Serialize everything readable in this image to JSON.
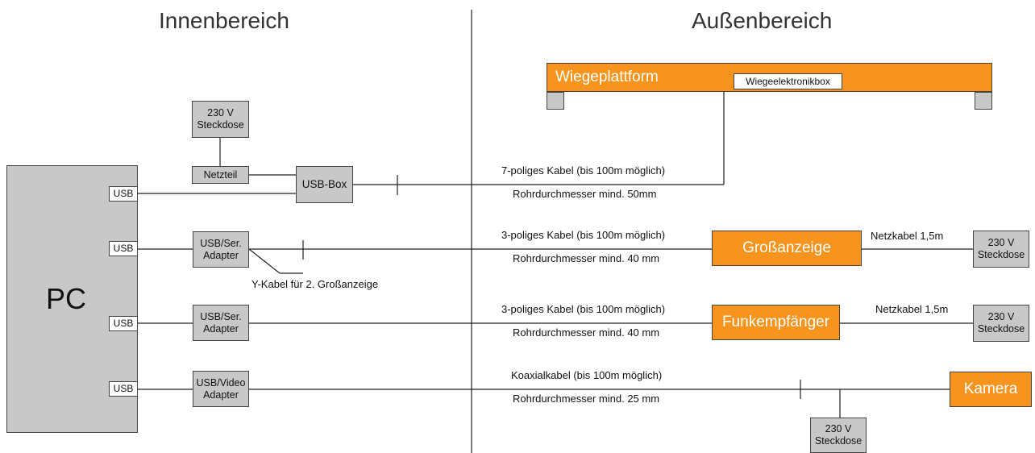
{
  "sections": {
    "inner": "Innenbereich",
    "outer": "Außenbereich"
  },
  "pc": "PC",
  "usb_ports": [
    "USB",
    "USB",
    "USB",
    "USB"
  ],
  "inner_devices": {
    "socket": "230 V\nSteckdose",
    "psu": "Netzteil",
    "usb_box": "USB-Box",
    "serial_adapter_1": "USB/Ser.\nAdapter",
    "serial_adapter_2": "USB/Ser.\nAdapter",
    "video_adapter": "USB/Video\nAdapter"
  },
  "y_cable": "Y-Kabel für 2. Großanzeige",
  "platform": {
    "name": "Wiegeplattform",
    "electronics": "Wiegeelektronikbox"
  },
  "cables": [
    {
      "type": "7-poliges Kabel (bis 100m möglich)",
      "pipe": "Rohrdurchmesser mind. 50mm"
    },
    {
      "type": "3-poliges Kabel (bis 100m möglich)",
      "pipe": "Rohrdurchmesser mind. 40 mm"
    },
    {
      "type": "3-poliges Kabel (bis 100m möglich)",
      "pipe": "Rohrdurchmesser mind. 40 mm"
    },
    {
      "type": "Koaxialkabel (bis 100m möglich)",
      "pipe": "Rohrdurchmesser mind. 25 mm"
    }
  ],
  "outer_devices": {
    "display": "Großanzeige",
    "receiver": "Funkempfänger",
    "camera": "Kamera",
    "socket_display": "230 V\nSteckdose",
    "socket_receiver": "230 V\nSteckdose",
    "socket_camera": "230 V\nSteckdose"
  },
  "power_cables": [
    "Netzkabel 1,5m",
    "Netzkabel 1,5m"
  ],
  "colors": {
    "orange": "#f7941d",
    "gray": "#c8c8c8",
    "line": "#222222"
  }
}
